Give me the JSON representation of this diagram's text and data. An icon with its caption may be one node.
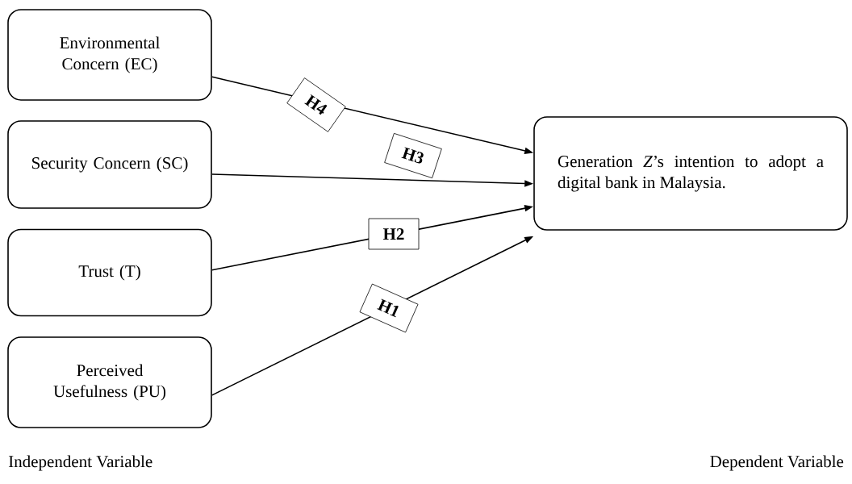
{
  "diagram": {
    "nodes": [
      {
        "text": [
          "Environmental Concern (EC)"
        ]
      },
      {
        "text": [
          "Security Concern (SC)"
        ]
      },
      {
        "text": [
          "Trust (T)"
        ]
      },
      {
        "text": [
          "Perceived Usefulness (PU)"
        ]
      },
      {
        "text": [
          "Generation *Z*’s intention to adopt a digital bank in Malaysia."
        ]
      }
    ],
    "edges": [
      {
        "from": 0,
        "to": 4,
        "arrow": "to",
        "label": "H4"
      },
      {
        "from": 1,
        "to": 4,
        "arrow": "to",
        "label": "H3"
      },
      {
        "from": 2,
        "to": 4,
        "arrow": "to",
        "label": "H2"
      },
      {
        "from": 3,
        "to": 4,
        "arrow": "to",
        "label": "H1"
      }
    ],
    "labels": [
      "Independent Variable",
      "Dependent Variable"
    ]
  }
}
